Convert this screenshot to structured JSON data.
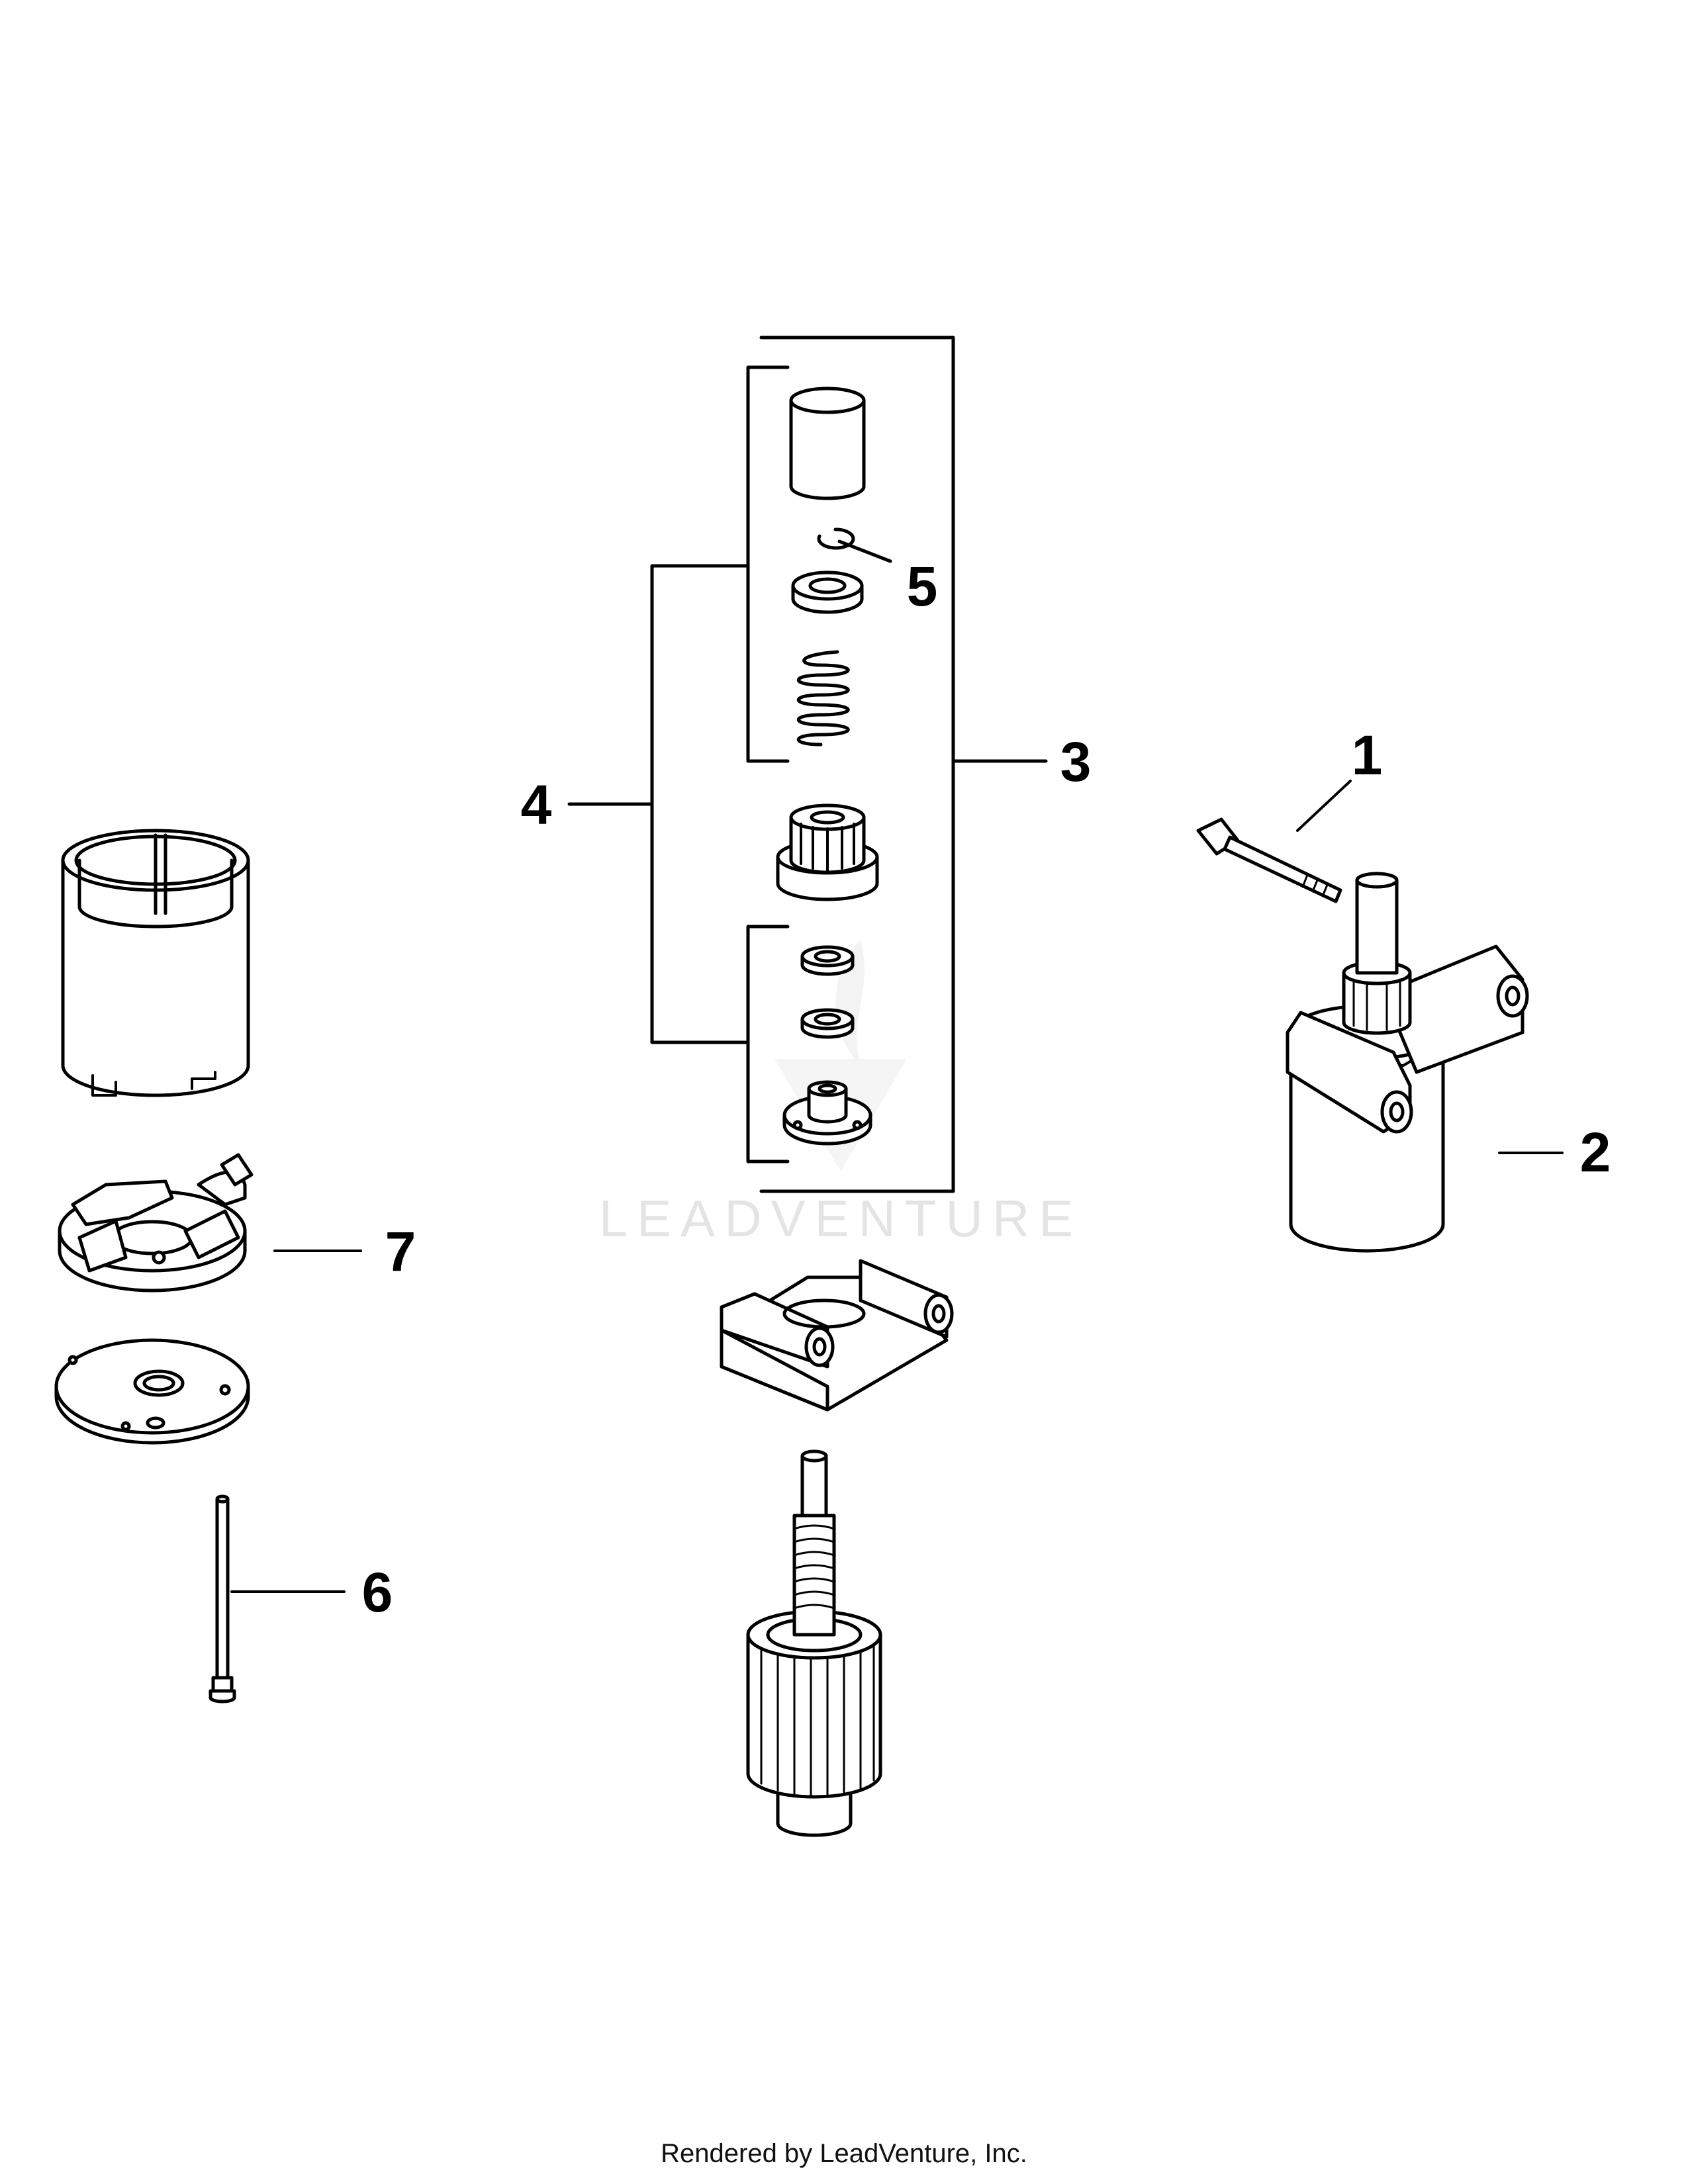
{
  "watermark": "LEADVENTURE",
  "footer": "Rendered by LeadVenture, Inc.",
  "callouts": [
    {
      "id": "callout-1",
      "label": "1"
    },
    {
      "id": "callout-2",
      "label": "2"
    },
    {
      "id": "callout-3",
      "label": "3"
    },
    {
      "id": "callout-4",
      "label": "4"
    },
    {
      "id": "callout-5",
      "label": "5"
    },
    {
      "id": "callout-6",
      "label": "6"
    },
    {
      "id": "callout-7",
      "label": "7"
    }
  ],
  "colors": {
    "line": "#000000",
    "part_fill": "#ffffff",
    "shade": "#e8e8e8",
    "watermark": "#e4e4e4"
  }
}
